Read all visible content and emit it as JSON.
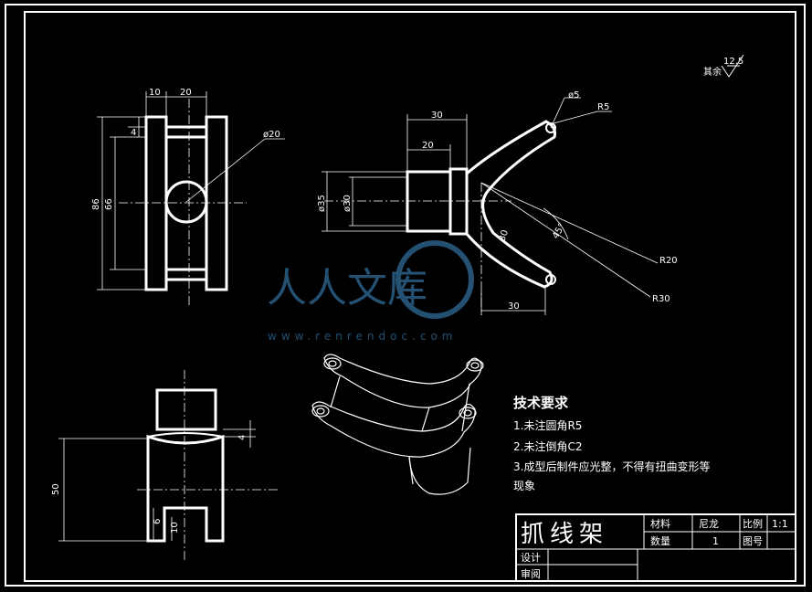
{
  "roughness": {
    "value": "12.5",
    "label": "其余"
  },
  "dimensions": {
    "top_view": {
      "w_10": "10",
      "w_20": "20",
      "h_4": "4",
      "h_86": "86",
      "h_66": "66",
      "d_20": "ø20"
    },
    "front_view": {
      "d_5": "ø5",
      "r_5": "R5",
      "w_30_top": "30",
      "w_20": "20",
      "d_35": "ø35",
      "d_30": "ø30",
      "r_20": "R20",
      "r_30": "R30",
      "a_45": "45°",
      "l_30": "30",
      "w_30_bottom": "30"
    },
    "side_view": {
      "h_4": "4",
      "h_50": "50",
      "h_6": "6",
      "h_10": "10"
    }
  },
  "watermark": {
    "text": "人人文库",
    "url": "www.renrendoc.com"
  },
  "tech_requirements": {
    "title": "技术要求",
    "items": [
      "1.未注圆角R5",
      "2.未注倒角C2",
      "3.成型后制件应光整，不得有扭曲变形等",
      "现象"
    ]
  },
  "title_block": {
    "part_name": "抓线架",
    "material_label": "材料",
    "material_value": "尼龙",
    "scale_label": "比例",
    "scale_value": "1:1",
    "quantity_label": "数量",
    "quantity_value": "1",
    "drawing_no_label": "图号",
    "designer_label": "设计",
    "reviewer_label": "审阅"
  }
}
